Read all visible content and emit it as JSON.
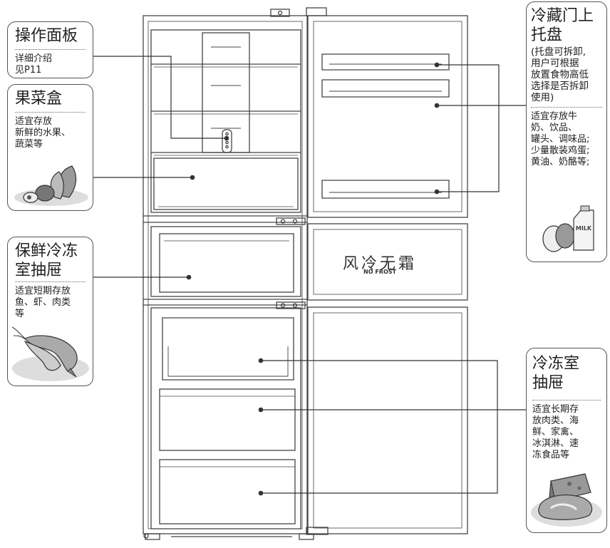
{
  "callouts": {
    "control_panel": {
      "title": "操作面板",
      "desc": [
        "详细介绍",
        "见P11"
      ]
    },
    "crisper": {
      "title": "果菜盒",
      "desc": [
        "适宜存放",
        "新鲜的水果、",
        "蔬菜等"
      ]
    },
    "fresh_drawer": {
      "title": [
        "保鲜冷冻",
        "室抽屉"
      ],
      "desc": [
        "适宜短期存放",
        "鱼、虾、肉类",
        "等"
      ]
    },
    "door_shelf": {
      "title": [
        "冷藏门上",
        "托盘"
      ],
      "note": [
        "(托盘可拆卸,",
        "用户可根据",
        "放置食物高低",
        "选择是否拆卸",
        "使用)"
      ],
      "desc": [
        "适宜存放牛",
        "奶、饮品、",
        "罐头、调味品;",
        "少量散装鸡蛋;",
        "黄油、奶酪等;"
      ]
    },
    "freezer_drawer": {
      "title": [
        "冷冻室",
        "抽屉"
      ],
      "desc": [
        "适宜长期存",
        "放肉类、海",
        "鲜、家禽、",
        "冰淇淋、速",
        "冻食品等"
      ]
    }
  },
  "fridge": {
    "logo_cn": "风冷无霜",
    "logo_en": "NO FROST",
    "milk_label": "MILK"
  }
}
